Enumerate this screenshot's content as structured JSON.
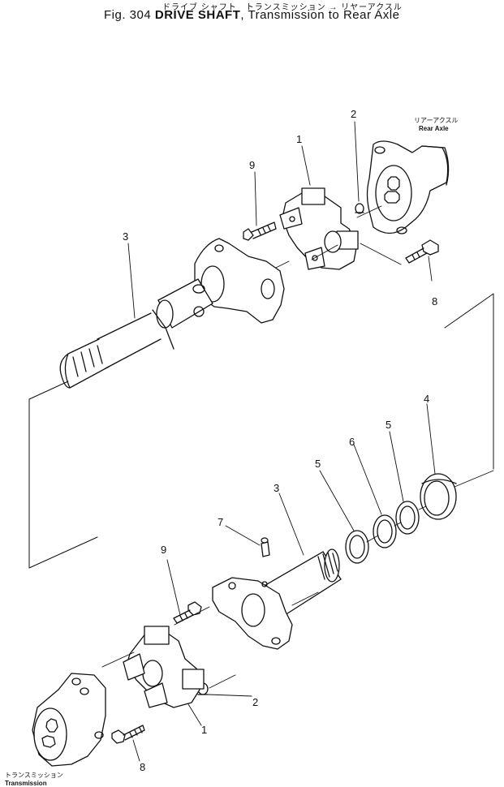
{
  "header": {
    "japanese": "ドライブ シャフト　トランスミッション → リヤーアクスル",
    "fig_prefix": "Fig. 304",
    "fig_main": "DRIVE SHAFT",
    "fig_sub": "Transmission to Rear Axle"
  },
  "notes": {
    "rear_jp": "リアーアクスル",
    "rear_en": "Rear Axle",
    "trans_jp": "トランスミッション",
    "trans_en": "Transmission"
  },
  "callouts": {
    "c1_top": "1",
    "c2_top": "2",
    "c3_top": "3",
    "c8_top": "8",
    "c9_top": "9",
    "c4": "4",
    "c5_right": "5",
    "c6": "6",
    "c5_left": "5",
    "c3_bottom": "3",
    "c7": "7",
    "c9_bottom": "9",
    "c2_bottom": "2",
    "c1_bottom": "1",
    "c8_bottom": "8"
  },
  "colors": {
    "ink": "#111111",
    "paper": "#ffffff"
  }
}
